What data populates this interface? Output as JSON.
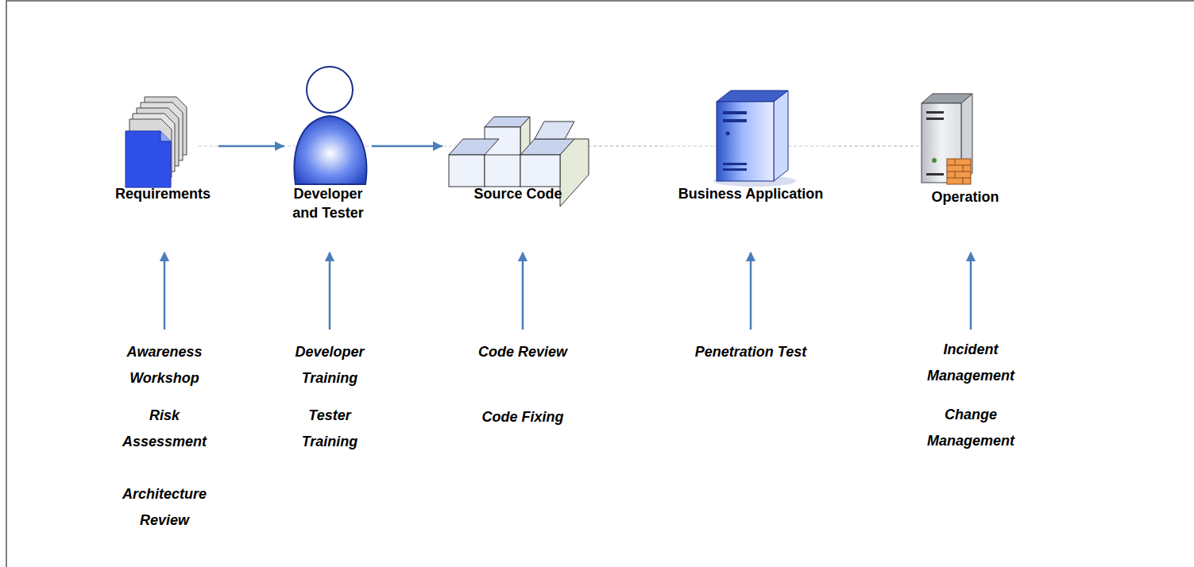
{
  "diagram": {
    "nodes": [
      {
        "text": [
          "Requirements"
        ]
      },
      {
        "text": [
          "Developer and Tester"
        ]
      },
      {
        "text": [
          "Source Code"
        ]
      },
      {
        "text": [
          "Business Application"
        ]
      },
      {
        "text": [
          "Operation"
        ]
      }
    ],
    "edges": [
      {
        "from": 0,
        "to": 1,
        "arrow": "to"
      },
      {
        "from": 1,
        "to": 2,
        "arrow": "to"
      },
      {
        "from": 2,
        "to": 3,
        "arrow": "none"
      },
      {
        "from": 3,
        "to": 4,
        "arrow": "none"
      }
    ],
    "labels": [
      "Awareness Workshop",
      "Risk Assessment",
      "Architecture Review",
      "Developer Training",
      "Tester Training",
      "Code Review",
      "Code Fixing",
      "Penetration Test",
      "Incident Management",
      "Change Management"
    ]
  }
}
